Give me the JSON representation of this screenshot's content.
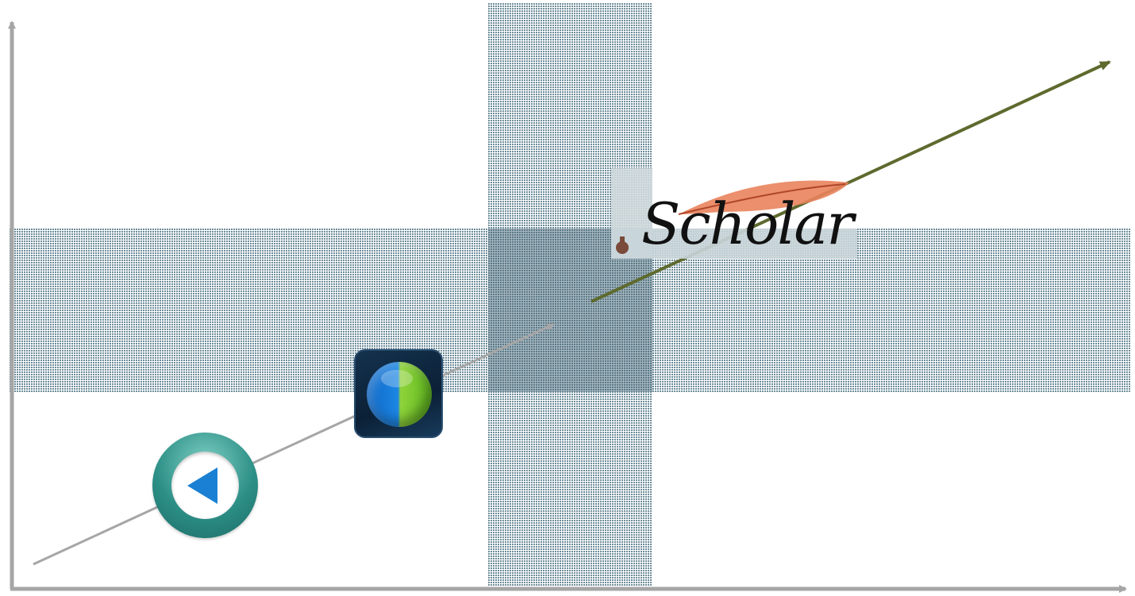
{
  "diagram": {
    "axes": {
      "color": "#a6a6a6"
    },
    "bands": {
      "color": "#5b7f8f",
      "overlap_color": "#4d6e7d"
    },
    "arrows": [
      {
        "name": "lower-trend-arrow",
        "color": "#a6a6a6"
      },
      {
        "name": "upper-trend-arrow",
        "color": "#5e6a2e"
      }
    ],
    "icons": [
      {
        "name": "back-button-icon",
        "color": "#2c8f86",
        "accent": "#1a80d3"
      },
      {
        "name": "globe-app-icon",
        "color": "#0b2036"
      },
      {
        "name": "scholar-logo",
        "accent": "#e36a45"
      }
    ],
    "logo": {
      "text": "Scholar"
    }
  }
}
